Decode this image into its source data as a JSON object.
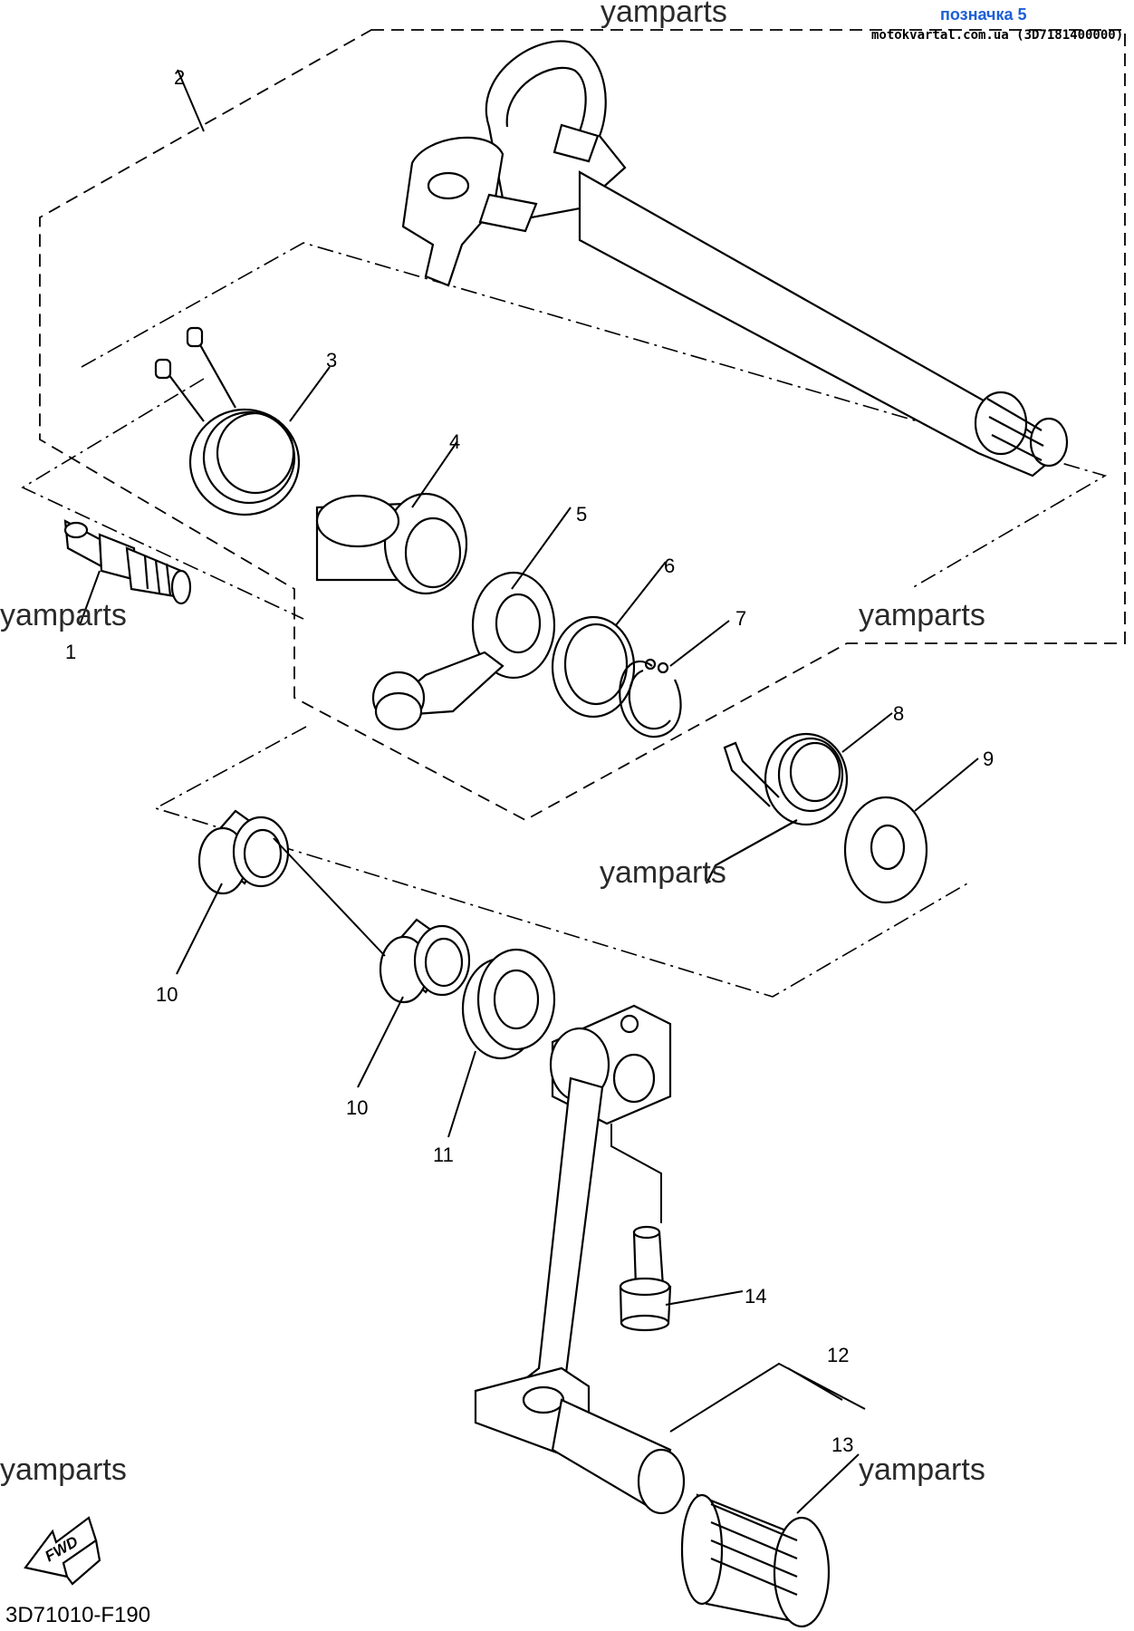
{
  "header": {
    "tag_label": "позначка 5",
    "site_ref": "motokvartal.com.ua (3D7181400000)"
  },
  "watermarks": [
    "yamparts",
    "yamparts",
    "yamparts",
    "yamparts",
    "yamparts",
    "yamparts"
  ],
  "callouts": [
    "1",
    "2",
    "3",
    "4",
    "5",
    "6",
    "7",
    "8",
    "9",
    "10",
    "10",
    "11",
    "12",
    "13",
    "14"
  ],
  "direction_badge": "FWD",
  "figure_code": "3D71010-F190",
  "colors": {
    "tag": "#1c5fd6",
    "ink": "#000000",
    "background": "#ffffff"
  }
}
